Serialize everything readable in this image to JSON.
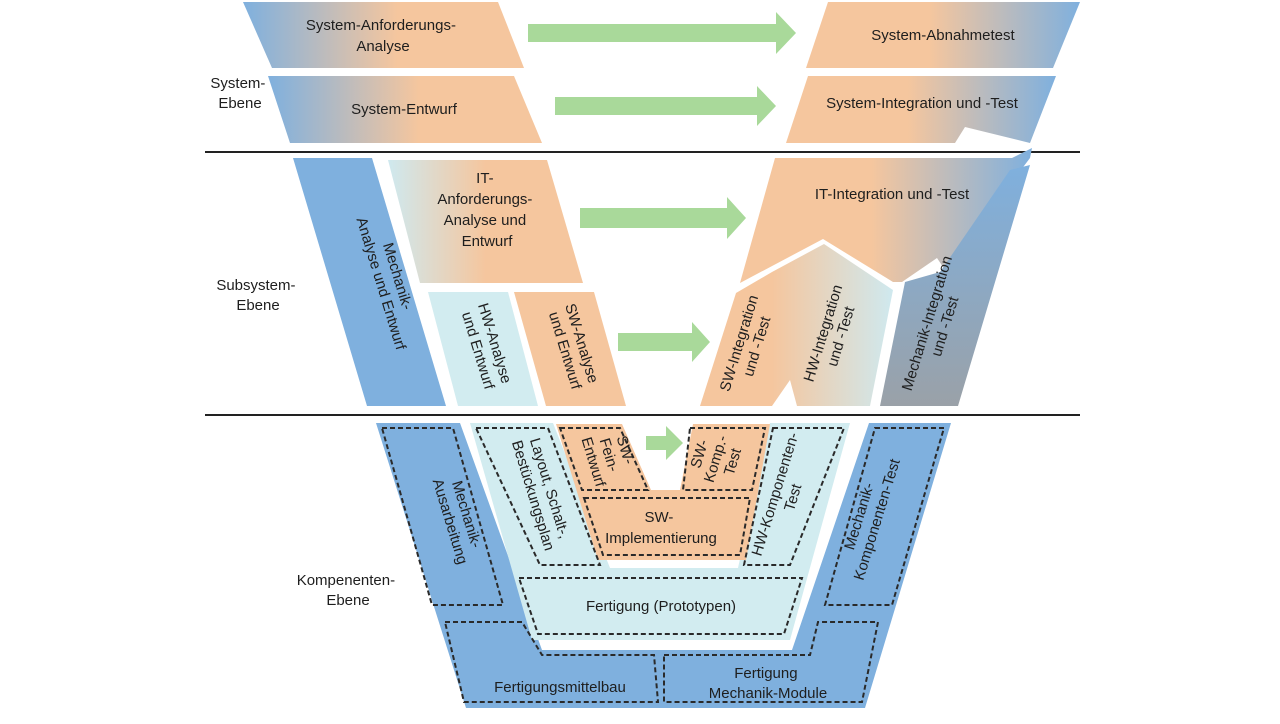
{
  "levels": {
    "system": [
      "System-",
      "Ebene"
    ],
    "subsystem": [
      "Subsystem-",
      "Ebene"
    ],
    "component": [
      "Kompenenten-",
      "Ebene"
    ]
  },
  "boxes": {
    "sys_req": [
      "System-Anforderungs-",
      "Analyse"
    ],
    "sys_accept": "System-Abnahmetest",
    "sys_design": "System-Entwurf",
    "sys_integration": "System-Integration und -Test",
    "mech_design": [
      "Mechanik-",
      "Analyse und Entwurf"
    ],
    "it_req": [
      "IT-",
      "Anforderungs-",
      "Analyse und",
      "Entwurf"
    ],
    "it_integration": "IT-Integration und -Test",
    "hw_design": [
      "HW-Analyse",
      "und Entwurf"
    ],
    "sw_design": [
      "SW-Analyse",
      "und Entwurf"
    ],
    "sw_integration": [
      "SW-Integration",
      "und -Test"
    ],
    "hw_integration": [
      "HW-Integration",
      "und -Test"
    ],
    "mech_integration": [
      "Mechanik-Integration",
      "und -Test"
    ],
    "mech_work": [
      "Mechanik-",
      "Ausarbeitung"
    ],
    "layout": [
      "Layout, Schalt-,",
      "Bestückungsplan"
    ],
    "sw_fine": [
      "SW-",
      "Fein-",
      "Entwurf"
    ],
    "sw_comp_test": [
      "SW-",
      "Komp.-",
      "Test"
    ],
    "sw_impl": [
      "SW-",
      "Implementierung"
    ],
    "hw_comp_test": [
      "HW-Komponenten-",
      "Test"
    ],
    "mech_comp_test": [
      "Mechanik-",
      "Komponenten-Test"
    ],
    "prototype": "Fertigung (Prototypen)",
    "tooling": "Fertigungsmittelbau",
    "mech_modules": [
      "Fertigung",
      "Mechanik-Module"
    ]
  },
  "colors": {
    "blue": "#7fb0de",
    "orange": "#f5c69e",
    "light_blue": "#d2ecf0",
    "arrow": "#a9d99a",
    "gray": "#9aa1a8"
  }
}
